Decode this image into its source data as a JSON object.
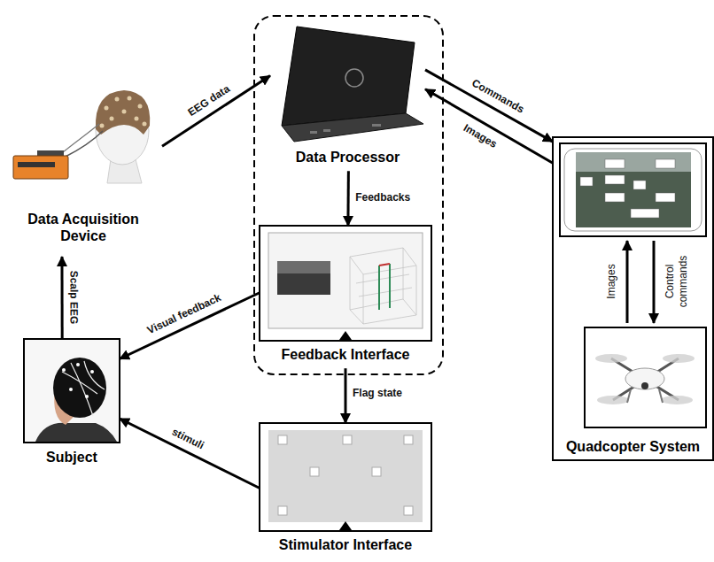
{
  "diagram": {
    "nodes": [
      {
        "text": [
          "Data Acquisition Device"
        ]
      },
      {
        "text": [
          "Data Processor"
        ]
      },
      {
        "text": [
          "Feedback Interface"
        ]
      },
      {
        "text": [
          "Subject"
        ]
      },
      {
        "text": [
          "Stimulator Interface"
        ]
      },
      {
        "text": [
          "Quadcopter System"
        ]
      }
    ],
    "edges": [
      {
        "from": 0,
        "to": 1,
        "label": "EEG data",
        "arrow": "to"
      },
      {
        "from": 1,
        "to": 2,
        "label": "Feedbacks",
        "arrow": "to"
      },
      {
        "from": 2,
        "to": 3,
        "label": "Visual feedback",
        "arrow": "to"
      },
      {
        "from": 1,
        "to": 5,
        "label": "Commands",
        "arrow": "to"
      },
      {
        "from": 5,
        "to": 1,
        "label": "Images",
        "arrow": "to"
      },
      {
        "from": 2,
        "to": 4,
        "label": "Flag state",
        "arrow": "to"
      },
      {
        "from": 4,
        "to": 3,
        "label": "stimuli",
        "arrow": "to"
      },
      {
        "from": 3,
        "to": 0,
        "label": "Scalp EEG",
        "arrow": "to"
      }
    ],
    "labels": [
      "Images",
      "Control commands"
    ]
  }
}
